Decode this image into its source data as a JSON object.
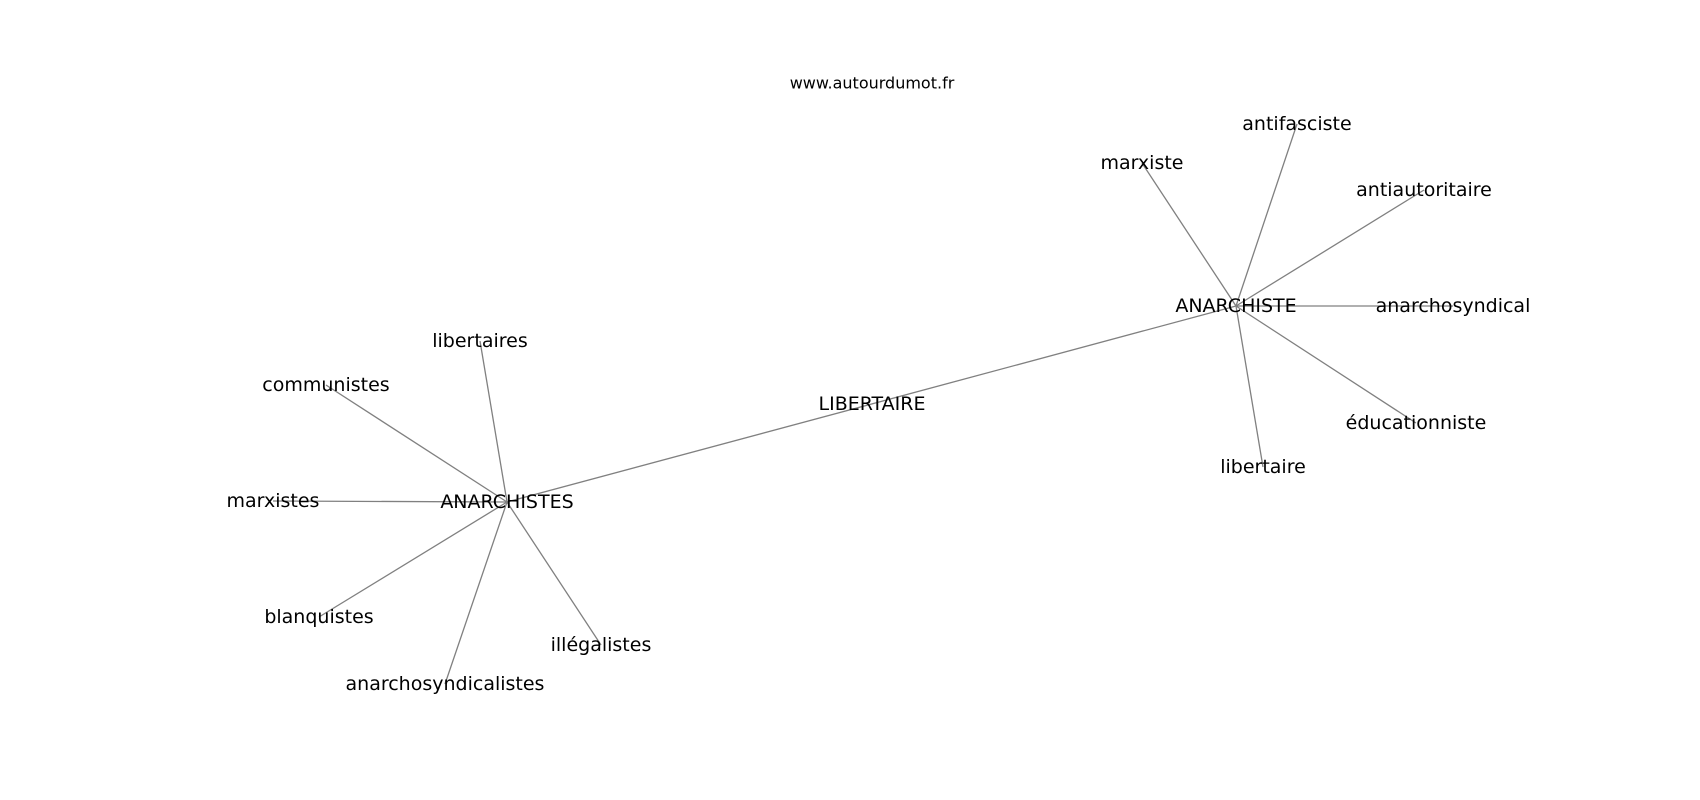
{
  "watermark": "www.autourdumot.fr",
  "edge_color": "#808080",
  "text_color": "#000000",
  "nodes": [
    {
      "id": "libertaire_center",
      "label": "LIBERTAIRE"
    },
    {
      "id": "anarchistes",
      "label": "ANARCHISTES"
    },
    {
      "id": "anarchiste",
      "label": "ANARCHISTE"
    },
    {
      "id": "libertaires",
      "label": "libertaires"
    },
    {
      "id": "communistes",
      "label": "communistes"
    },
    {
      "id": "marxistes",
      "label": "marxistes"
    },
    {
      "id": "blanquistes",
      "label": "blanquistes"
    },
    {
      "id": "anarchosyndicalistes",
      "label": "anarchosyndicalistes"
    },
    {
      "id": "illegalistes",
      "label": "illégalistes"
    },
    {
      "id": "marxiste",
      "label": "marxiste"
    },
    {
      "id": "antifasciste",
      "label": "antifasciste"
    },
    {
      "id": "antiautoritaire",
      "label": "antiautoritaire"
    },
    {
      "id": "anarchosyndical",
      "label": "anarchosyndical"
    },
    {
      "id": "educationniste",
      "label": "éducationniste"
    },
    {
      "id": "libertaire",
      "label": "libertaire"
    }
  ],
  "edges": [
    [
      "anarchistes",
      "anarchiste"
    ],
    [
      "anarchistes",
      "libertaires"
    ],
    [
      "anarchistes",
      "communistes"
    ],
    [
      "anarchistes",
      "marxistes"
    ],
    [
      "anarchistes",
      "blanquistes"
    ],
    [
      "anarchistes",
      "anarchosyndicalistes"
    ],
    [
      "anarchistes",
      "illegalistes"
    ],
    [
      "anarchiste",
      "marxiste"
    ],
    [
      "anarchiste",
      "antifasciste"
    ],
    [
      "anarchiste",
      "antiautoritaire"
    ],
    [
      "anarchiste",
      "anarchosyndical"
    ],
    [
      "anarchiste",
      "educationniste"
    ],
    [
      "anarchiste",
      "libertaire"
    ]
  ]
}
